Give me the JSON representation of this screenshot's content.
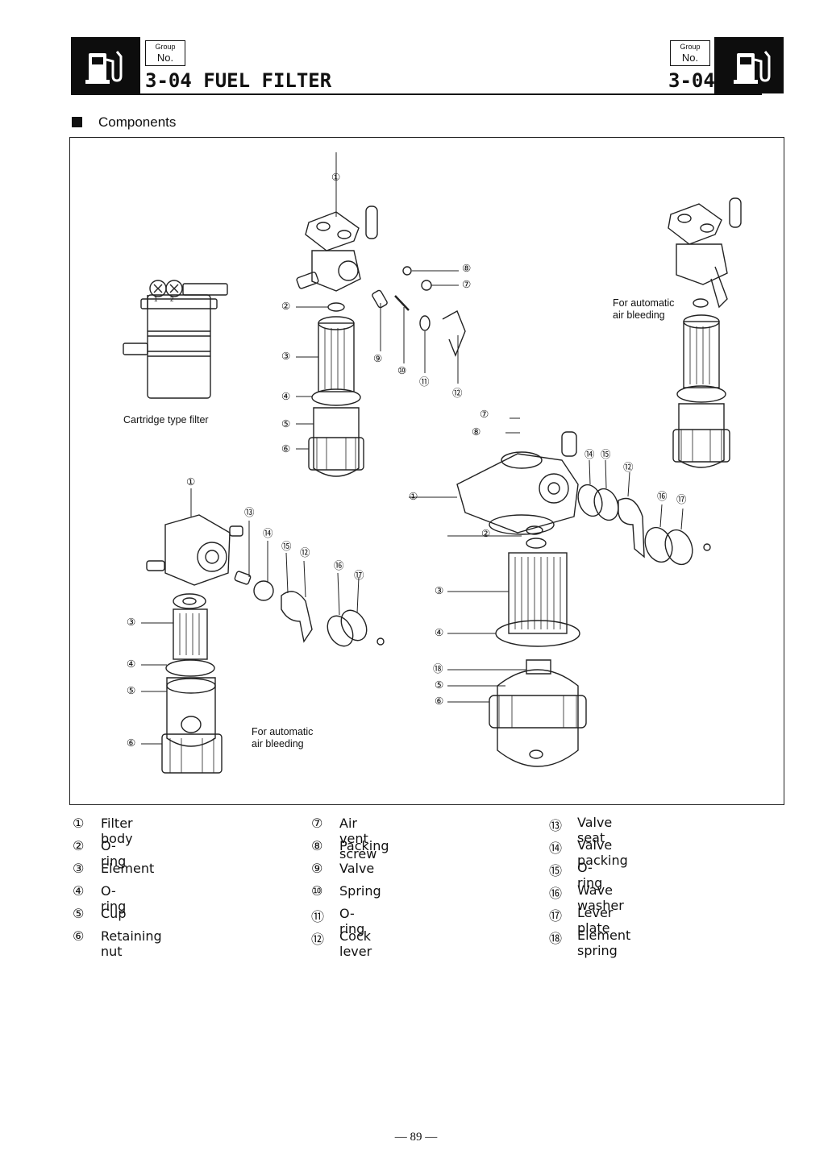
{
  "header": {
    "group_label": "Group",
    "no_label": "No.",
    "title": "3-04 FUEL FILTER",
    "code": "3-04"
  },
  "section": {
    "title": "Components"
  },
  "diagram": {
    "captions": {
      "cartridge": "Cartridge type filter",
      "auto_air_line1": "For automatic",
      "auto_air_line2": "air bleeding"
    },
    "callouts": {
      "c1": "①",
      "c2": "②",
      "c3": "③",
      "c4": "④",
      "c5": "⑤",
      "c6": "⑥",
      "c7": "⑦",
      "c8": "⑧",
      "c9": "⑨",
      "c10": "⑩",
      "c11": "⑪",
      "c12": "⑫",
      "c13": "⑬",
      "c14": "⑭",
      "c15": "⑮",
      "c16": "⑯",
      "c17": "⑰",
      "c18": "⑱"
    },
    "cartridge_marks": [
      "1",
      "2"
    ]
  },
  "legend": [
    [
      {
        "num": "①",
        "text": "Filter body"
      },
      {
        "num": "②",
        "text": "O-ring"
      },
      {
        "num": "③",
        "text": "Element"
      },
      {
        "num": "④",
        "text": "O-ring"
      },
      {
        "num": "⑤",
        "text": "Cup"
      },
      {
        "num": "⑥",
        "text": "Retaining nut"
      }
    ],
    [
      {
        "num": "⑦",
        "text": "Air vent screw"
      },
      {
        "num": "⑧",
        "text": "Packing"
      },
      {
        "num": "⑨",
        "text": "Valve"
      },
      {
        "num": "⑩",
        "text": "Spring"
      },
      {
        "num": "⑪",
        "text": "O-ring"
      },
      {
        "num": "⑫",
        "text": "Cock lever"
      }
    ],
    [
      {
        "num": "⑬",
        "text": "Valve seat"
      },
      {
        "num": "⑭",
        "text": "Valve packing"
      },
      {
        "num": "⑮",
        "text": "O-ring"
      },
      {
        "num": "⑯",
        "text": "Wave washer"
      },
      {
        "num": "⑰",
        "text": "Lever plate"
      },
      {
        "num": "⑱",
        "text": "Element spring"
      }
    ]
  ],
  "footer": {
    "page_number": "— 89 —"
  }
}
